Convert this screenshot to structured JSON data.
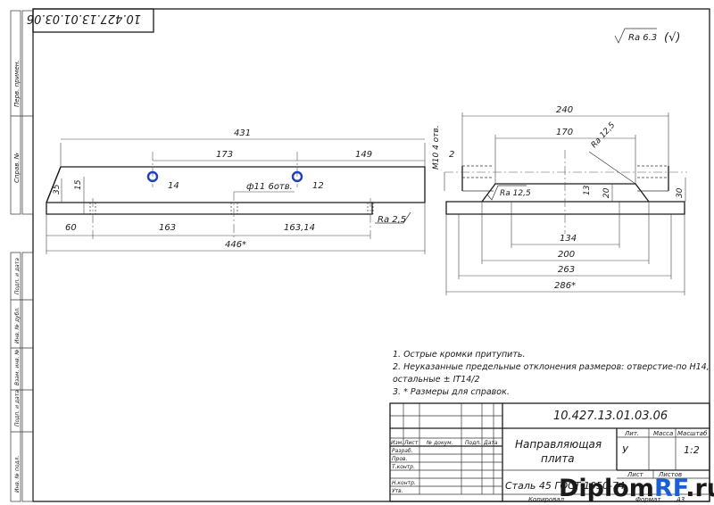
{
  "drawing": {
    "number_rotated": "10.427.13.01.03.06",
    "surface_finish": "Ra 6.3",
    "surface_finish_paren": "(√)",
    "side_labels": [
      "Перв. примен.",
      "Справ. №",
      "Подп. и дата",
      "Инв. № дубл.",
      "Взам. инв. №",
      "Подп. и дата",
      "Инв. № подл."
    ]
  },
  "front_view": {
    "dims": {
      "d431": "431",
      "d173": "173",
      "d149": "149",
      "d35": "35",
      "d15": "15",
      "d14": "14",
      "d12": "12",
      "hole": "ф11 6отв.",
      "d60": "60",
      "d163": "163",
      "d16314": "163,14",
      "d446": "446*",
      "ra25": "Ra 2,5"
    }
  },
  "side_view": {
    "dims": {
      "d240": "240",
      "d170": "170",
      "thread": "М10 4 отв.",
      "d2": "2",
      "ra125a": "Ra 12,5",
      "ra125b": "Ra 12,5",
      "d13": "13",
      "d20": "20",
      "d30": "30",
      "d134": "134",
      "d200": "200",
      "d263": "263",
      "d286": "286*"
    }
  },
  "notes": [
    "1. Острые кромки притупить.",
    "2. Неуказанные предельные отклонения размеров: отверстие-по Н14,",
    "остальные  ± IT14/2",
    "3. * Размеры для справок."
  ],
  "title_block": {
    "doc_number": "10.427.13.01.03.06",
    "name_line1": "Направляющая",
    "name_line2": "плита",
    "material": "Сталь 45 ГОСТ 1050-74",
    "col_headers": [
      "Лит.",
      "Масса",
      "Масштаб"
    ],
    "lit": "У",
    "scale": "1:2",
    "sheet_label": "Лист",
    "sheets_label": "Листов",
    "row_headers": [
      "Изм.",
      "Лист",
      "№ докум.",
      "Подп.",
      "Дата"
    ],
    "roles": [
      "Разраб.",
      "Пров.",
      "Т.контр.",
      "",
      "Н.контр.",
      "Утв."
    ],
    "copied": "Копировал",
    "format": "Формат",
    "format_value": "А3"
  },
  "watermark": {
    "part1": "Diplom",
    "part2": "RF",
    "part3": ".ru"
  },
  "colors": {
    "hole_marker": "#1f3fbf",
    "watermark_blue": "#1a5fd6"
  }
}
